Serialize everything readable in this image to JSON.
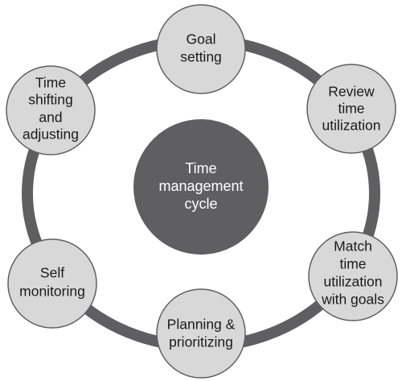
{
  "colors": {
    "ring": "#5f5f61",
    "node_fill": "#d8d8d8",
    "node_stroke": "#5f5f61",
    "center_fill": "#5f5f61",
    "center_text": "#ffffff",
    "node_text": "#1a1a1a",
    "background": "#ffffff"
  },
  "center": {
    "lines": [
      "Time",
      "management",
      "cycle"
    ]
  },
  "nodes": [
    {
      "id": "goal-setting",
      "lines": [
        "Goal",
        "setting"
      ]
    },
    {
      "id": "review-time-utilization",
      "lines": [
        "Review",
        "time",
        "utilization"
      ]
    },
    {
      "id": "match-time-utilization-with-goals",
      "lines": [
        "Match",
        "time",
        "utilization",
        "with goals"
      ]
    },
    {
      "id": "planning-prioritizing",
      "lines": [
        "Planning &",
        "prioritizing"
      ]
    },
    {
      "id": "self-monitoring",
      "lines": [
        "Self",
        "monitoring"
      ]
    },
    {
      "id": "time-shifting-adjusting",
      "lines": [
        "Time",
        "shifting",
        "and",
        "adjusting"
      ]
    }
  ]
}
